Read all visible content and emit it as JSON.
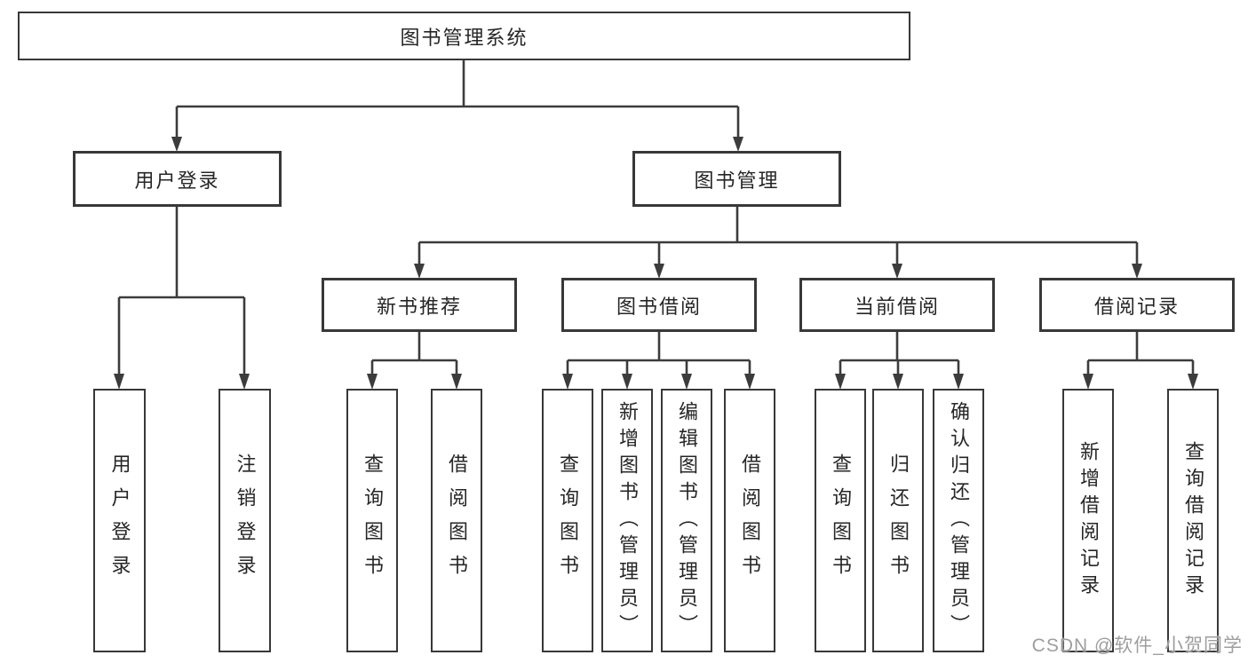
{
  "diagram": {
    "tree": {
      "label": "图书管理系统",
      "children": [
        {
          "label": "用户登录",
          "children": [
            {
              "label": "用户登录"
            },
            {
              "label": "注销登录"
            }
          ]
        },
        {
          "label": "图书管理",
          "children": [
            {
              "label": "新书推荐",
              "children": [
                {
                  "label": "查询图书"
                },
                {
                  "label": "借阅图书"
                }
              ]
            },
            {
              "label": "图书借阅",
              "children": [
                {
                  "label": "查询图书"
                },
                {
                  "label": "新增图书（管理员）"
                },
                {
                  "label": "编辑图书（管理员）"
                },
                {
                  "label": "借阅图书"
                }
              ]
            },
            {
              "label": "当前借阅",
              "children": [
                {
                  "label": "查询图书"
                },
                {
                  "label": "归还图书"
                },
                {
                  "label": "确认归还（管理员）"
                }
              ]
            },
            {
              "label": "借阅记录",
              "children": [
                {
                  "label": "新增借阅记录"
                },
                {
                  "label": "查询借阅记录"
                }
              ]
            }
          ]
        }
      ]
    },
    "colors": {
      "line": "#3c3c3c",
      "border": "#383838",
      "text": "#262626",
      "background": "#ffffff",
      "watermark_text": "#9e9e9e"
    }
  },
  "watermark": {
    "text": "CSDN @软件_小贺同学"
  }
}
